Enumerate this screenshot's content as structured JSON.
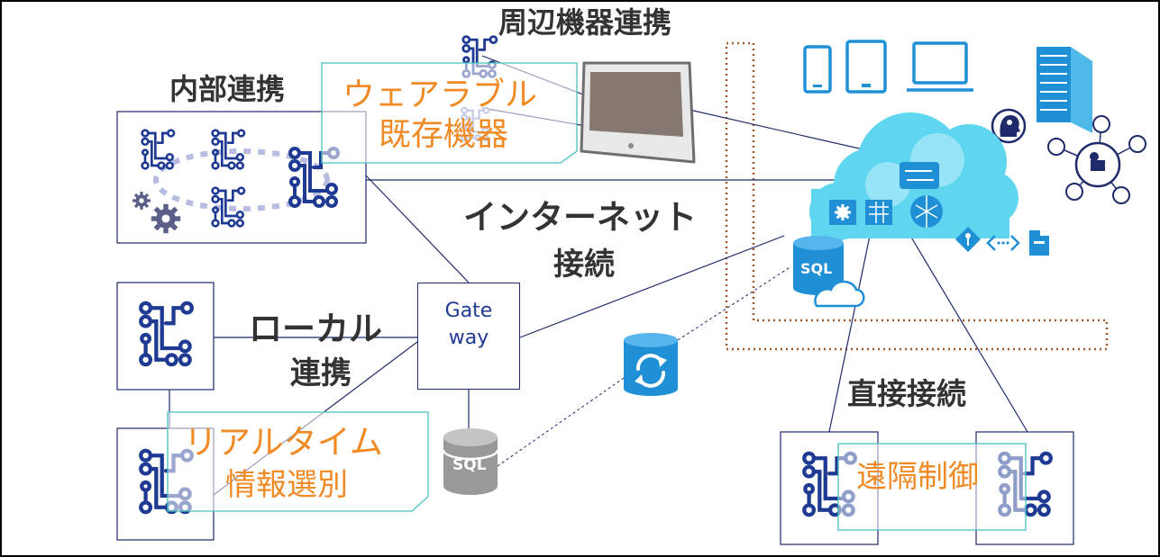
{
  "labels": {
    "peripheral": "周辺機器連携",
    "internal": "内部連携",
    "wearable_line1": "ウェアラブル",
    "wearable_line2": "既存機器",
    "internet_line1": "インターネット",
    "internet_line2": "接続",
    "local_line1": "ローカル",
    "local_line2": "連携",
    "gateway_line1": "Gate",
    "gateway_line2": "way",
    "realtime_line1": "リアルタイム",
    "realtime_line2": "情報選別",
    "direct": "直接接続",
    "remote": "遠隔制御",
    "sql_cloud": "SQL",
    "sql_local": "SQL"
  },
  "colors": {
    "navy": "#1f2a6b",
    "circuit": "#1f3a93",
    "circuit_light": "#7f8fc9",
    "cloud": "#5fd6f0",
    "azure_blue": "#1f8fd6",
    "orange": "#f08a24",
    "teal_border": "#47c1c1",
    "dotted_border": "#a05a2c",
    "gray": "#999999"
  },
  "icons": {
    "board": "circuit-board-icon",
    "gear": "gear-icon",
    "tablet_device": "tablet-device-icon",
    "phone": "phone-icon",
    "tablet": "tablet-icon",
    "laptop": "laptop-icon",
    "server": "server-rack-icon",
    "cloud": "cloud-icon",
    "database": "database-icon",
    "sync": "sync-icon"
  }
}
